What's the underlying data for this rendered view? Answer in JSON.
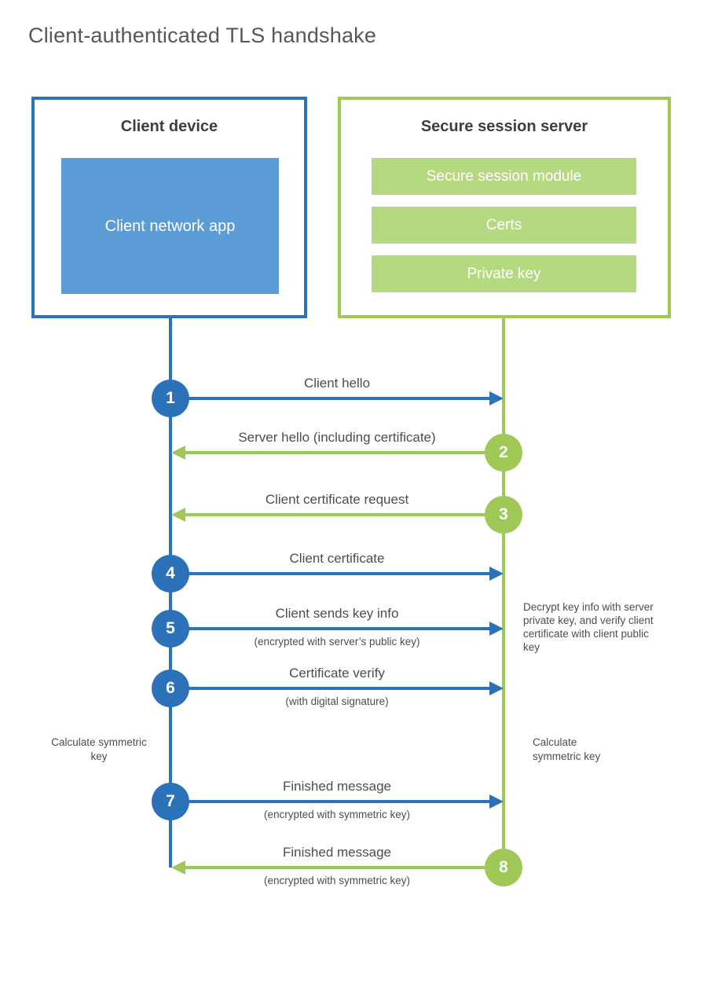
{
  "title": "Client-authenticated TLS handshake",
  "colors": {
    "blue": "#2C72B8",
    "blue_light": "#5C9CD6",
    "green": "#9FC857",
    "green_light": "#B5D981",
    "heading_text": "#3E3E40",
    "label_text": "#4D4D4F"
  },
  "client_box": {
    "title": "Client device",
    "app_label": "Client network app"
  },
  "server_box": {
    "title": "Secure session server",
    "modules": [
      "Secure session module",
      "Certs",
      "Private key"
    ]
  },
  "steps": [
    {
      "number": "1",
      "label": "Client hello",
      "sublabel": "",
      "direction": "right",
      "actor": "client"
    },
    {
      "number": "2",
      "label": "Server hello (including certificate)",
      "sublabel": "",
      "direction": "left",
      "actor": "server"
    },
    {
      "number": "3",
      "label": "Client certificate request",
      "sublabel": "",
      "direction": "left",
      "actor": "server"
    },
    {
      "number": "4",
      "label": "Client certificate",
      "sublabel": "",
      "direction": "right",
      "actor": "client"
    },
    {
      "number": "5",
      "label": "Client sends key info",
      "sublabel": "(encrypted with server’s public key)",
      "direction": "right",
      "actor": "client"
    },
    {
      "number": "6",
      "label": "Certificate verify",
      "sublabel": "(with digital signature)",
      "direction": "right",
      "actor": "client"
    },
    {
      "number": "7",
      "label": "Finished message",
      "sublabel": "(encrypted with symmetric key)",
      "direction": "right",
      "actor": "client"
    },
    {
      "number": "8",
      "label": "Finished message",
      "sublabel": "(encrypted with symmetric key)",
      "direction": "left",
      "actor": "server"
    }
  ],
  "annotations": {
    "decrypt_note": "Decrypt key info with server private key, and verify client certificate with client public key",
    "calc_left": "Calculate symmetric key",
    "calc_right": "Calculate symmetric key"
  }
}
